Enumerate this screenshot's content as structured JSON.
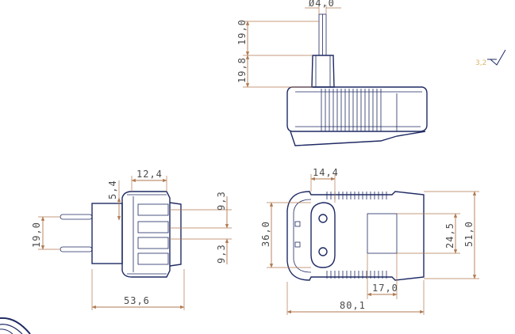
{
  "drawing": {
    "top_view": {
      "pin_diameter": "Ø4,0",
      "pin_length": "19,0",
      "collar_height": "19,8"
    },
    "side_view": {
      "overall_length": "53,6",
      "pin_spacing": "19,0",
      "pin_offset": "5,4",
      "body_depth": "12,4",
      "upper_rib": "9,3",
      "lower_rib": "9,3"
    },
    "front_view": {
      "overall_width": "80,1",
      "overall_height": "51,0",
      "plug_height": "36,0",
      "plug_width": "14,4",
      "window_height": "24,5",
      "window_width": "17,0"
    },
    "surface_symbol": {
      "value": "3,2",
      "icon": "surface-finish-icon"
    }
  }
}
